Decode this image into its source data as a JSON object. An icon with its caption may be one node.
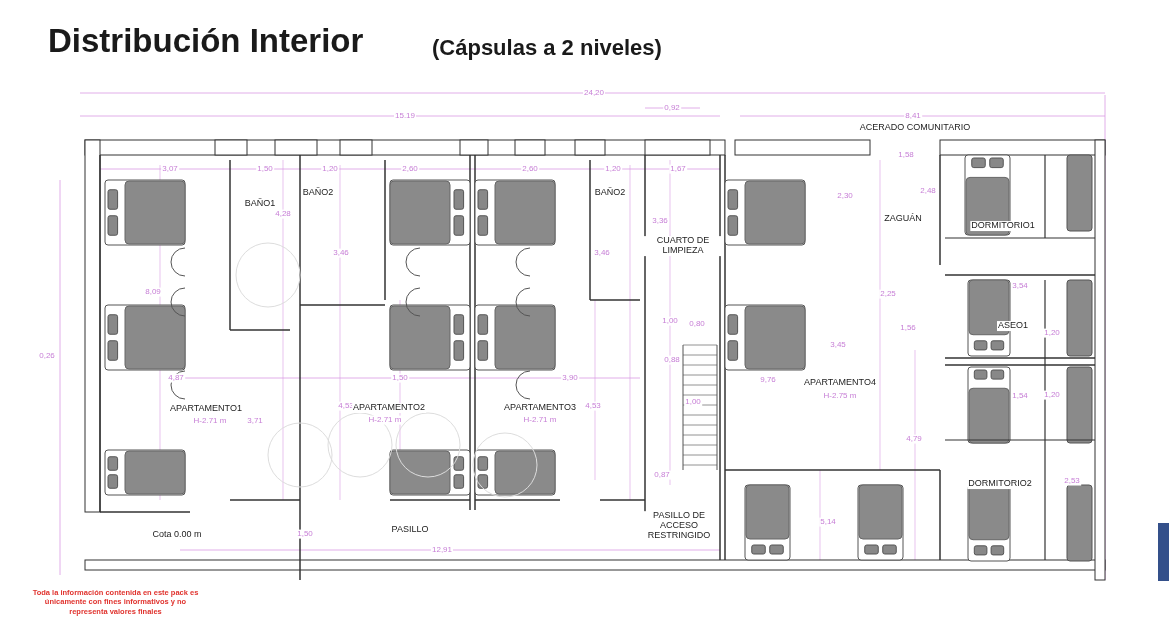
{
  "diagram": {
    "title": "Distribución Interior",
    "caption": "Toda la información contenida en este pack es únicamente con fines informativos y no representa valores finales",
    "labels": [
      "(Cápsulas a 2 niveles)",
      "24,20",
      "0,92",
      "15.19",
      "8,41",
      "ACERADO COMUNITARIO",
      "3,07",
      "1,50",
      "1,20",
      "2,60",
      "2,60",
      "1,20",
      "1,67",
      "1,58",
      "BAÑO1",
      "BAÑO2",
      "BAÑO2",
      "4,28",
      "2,30",
      "2,48",
      "3,36",
      "CUARTO DE LIMPIEZA",
      "ZAGUÁN",
      "DORMITORIO1",
      "3,46",
      "3,46",
      "8,09",
      "2,25",
      "3,54",
      "1,00",
      "0,80",
      "ASEO1",
      "1,56",
      "1,20",
      "3,45",
      "0,26",
      "0,88",
      "4,87",
      "1,50",
      "3,90",
      "9,76",
      "APARTAMENTO4",
      "H-2.75 m",
      "1,54",
      "1,20",
      "1,00",
      "APARTAMENTO1",
      "H-2.71 m",
      "4,53",
      "APARTAMENTO2",
      "H-2.71 m",
      "APARTAMENTO3",
      "H-2.71 m",
      "4,53",
      "3,71",
      "4,79",
      "0,87",
      "DORMITORIO2",
      "2,53",
      "5,14",
      "Cota 0.00 m",
      "1,50",
      "PASILLO",
      "PASILLO DE ACCESO RESTRINGIDO",
      "12,91"
    ]
  }
}
